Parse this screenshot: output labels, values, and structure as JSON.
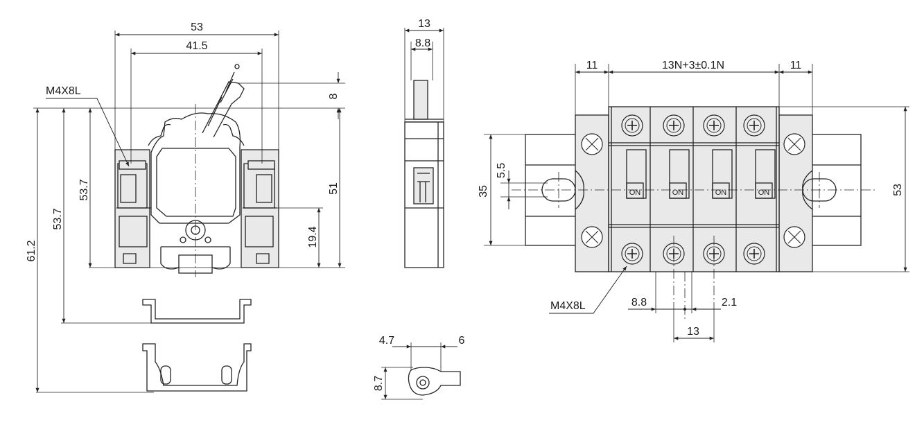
{
  "front_view": {
    "width_overall": "53",
    "width_inner": "41.5",
    "lever_height": "8",
    "height_body": "51",
    "height_lower": "19.4",
    "height_rail_a": "53.7",
    "height_rail_b": "53.7",
    "height_total": "61.2",
    "screw_label": "M4X8L"
  },
  "side_view": {
    "width": "13",
    "width_inner": "8.8"
  },
  "terminal_detail": {
    "left_offset": "4.7",
    "right_offset": "6",
    "height": "8.7"
  },
  "top_view": {
    "end_left": "11",
    "pitch_formula": "13N+3±0.1N",
    "end_right": "11",
    "slot_height": "5.5",
    "mount_height": "35",
    "overall_height": "53",
    "switch_labels": [
      "ON",
      "ON",
      "ON",
      "ON"
    ],
    "screw_label": "M4X8L",
    "dim_88": "8.8",
    "dim_21": "2.1",
    "dim_13": "13"
  }
}
